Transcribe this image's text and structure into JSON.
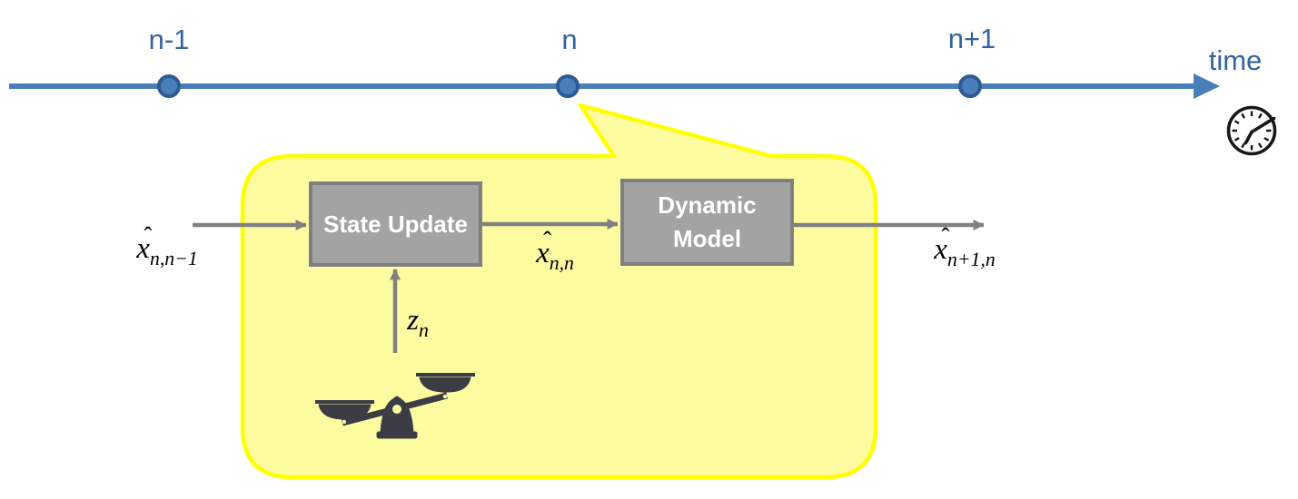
{
  "timeline": {
    "tick_labels": [
      "n-1",
      "n",
      "n+1"
    ],
    "axis_label": "time"
  },
  "blocks": {
    "state_update": "State Update",
    "dynamic_model": "Dynamic Model"
  },
  "math": {
    "hat": "ˆ",
    "prior_estimate": {
      "base": "x",
      "sub": "n,n−1"
    },
    "updated_estimate": {
      "base": "x",
      "sub": "n,n"
    },
    "predicted_estimate": {
      "base": "x",
      "sub": "n+1,n"
    },
    "measurement": {
      "base": "z",
      "sub": "n"
    }
  },
  "icons": {
    "clock": "clock-icon",
    "balance_scale": "balance-scale-icon"
  },
  "colors": {
    "timeline_blue": "#4A7EBB",
    "timeline_dot_ring": "#2E5A94",
    "timeline_label_blue": "#35639E",
    "callout_fill": "#FDFCA0",
    "callout_border": "#FFFF00",
    "block_fill": "#A3A3A3",
    "block_border": "#7F7F7F",
    "block_text": "#FFFFFF",
    "arrow_gray": "#808080",
    "icon_black": "#18181C",
    "scale_dark": "#3C3C44"
  }
}
